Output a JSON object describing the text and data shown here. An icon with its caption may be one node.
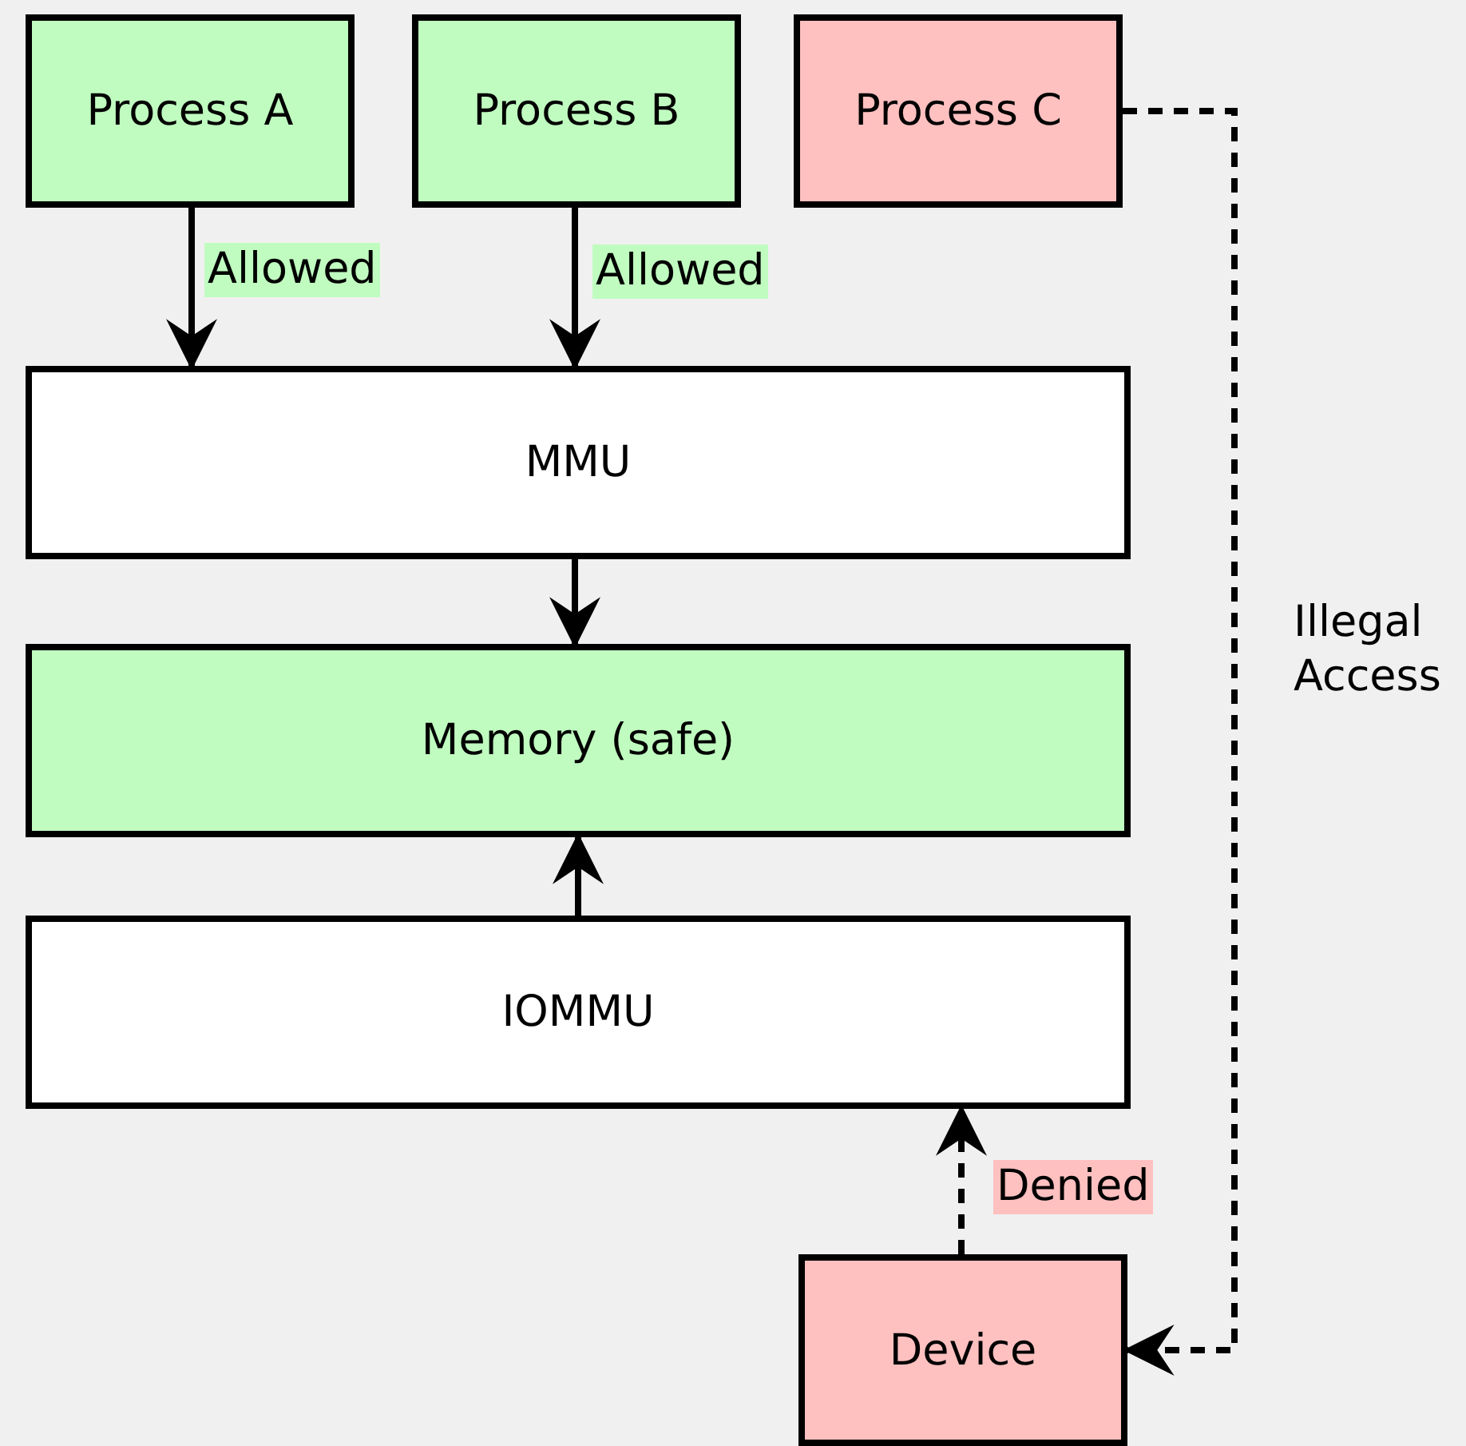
{
  "diagram": {
    "nodes": [
      {
        "text": [
          "Process A"
        ]
      },
      {
        "text": [
          "Process B"
        ]
      },
      {
        "text": [
          "Process C"
        ]
      },
      {
        "text": [
          "MMU"
        ]
      },
      {
        "text": [
          "Memory (safe)"
        ]
      },
      {
        "text": [
          "IOMMU"
        ]
      },
      {
        "text": [
          "Device"
        ]
      }
    ],
    "edges": [
      {
        "from": 0,
        "to": 3,
        "arrow": "to",
        "label": "Allowed"
      },
      {
        "from": 1,
        "to": 3,
        "arrow": "to",
        "label": "Allowed"
      },
      {
        "from": 3,
        "to": 4,
        "arrow": "to"
      },
      {
        "from": 5,
        "to": 4,
        "arrow": "to"
      },
      {
        "from": 6,
        "to": 5,
        "arrow": "to",
        "label": "Denied",
        "style": "dashed"
      },
      {
        "from": 2,
        "to": 6,
        "arrow": "to",
        "label": "Illegal Access",
        "style": "dashed"
      }
    ]
  }
}
